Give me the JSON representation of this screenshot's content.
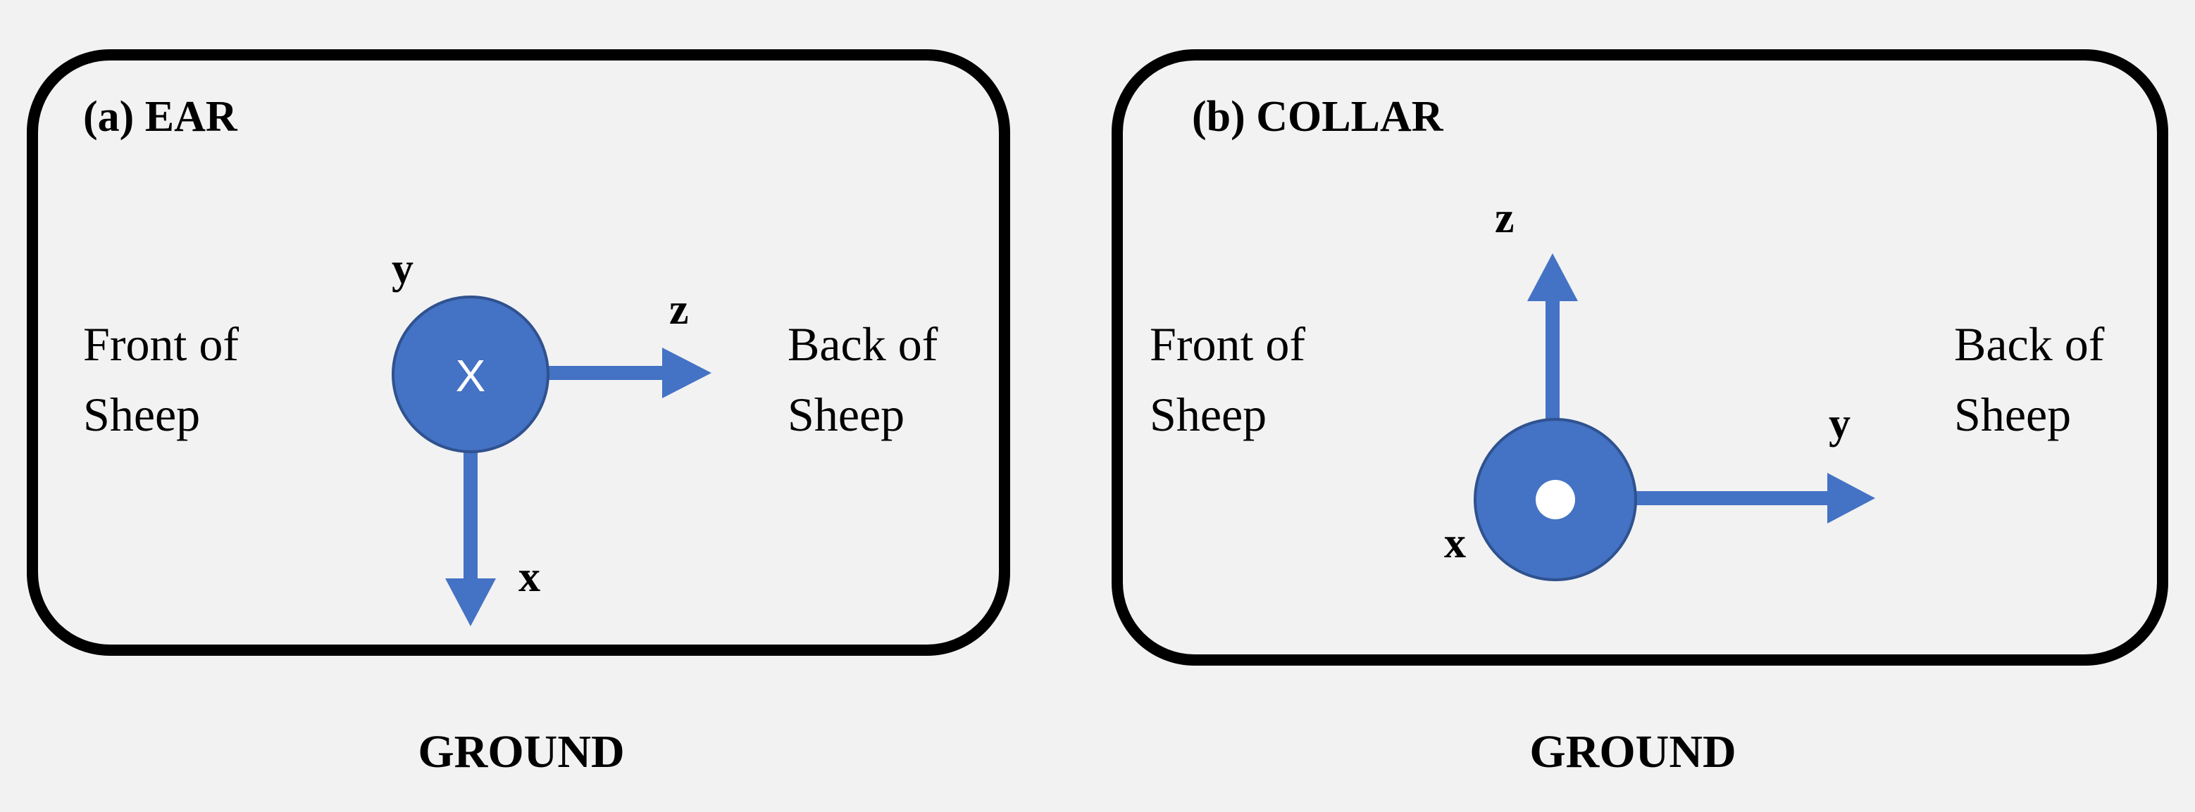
{
  "colors": {
    "background": "#f2f2f2",
    "panel_border": "#000000",
    "axis_blue": "#4472c4",
    "text": "#000000",
    "sensor_center": "#ffffff"
  },
  "panels": [
    {
      "label": "(a) EAR",
      "front_label": [
        "Front of",
        "Sheep"
      ],
      "back_label": [
        "Back of",
        "Sheep"
      ],
      "axes": {
        "out_of_plane": "y",
        "horizontal": "z",
        "vertical": "x",
        "circle_mark": "X"
      },
      "ground_label": "GROUND"
    },
    {
      "label": "(b) COLLAR",
      "front_label": [
        "Front of",
        "Sheep"
      ],
      "back_label": [
        "Back of",
        "Sheep"
      ],
      "axes": {
        "out_of_plane": "x",
        "horizontal": "y",
        "vertical": "z"
      },
      "ground_label": "GROUND"
    }
  ]
}
